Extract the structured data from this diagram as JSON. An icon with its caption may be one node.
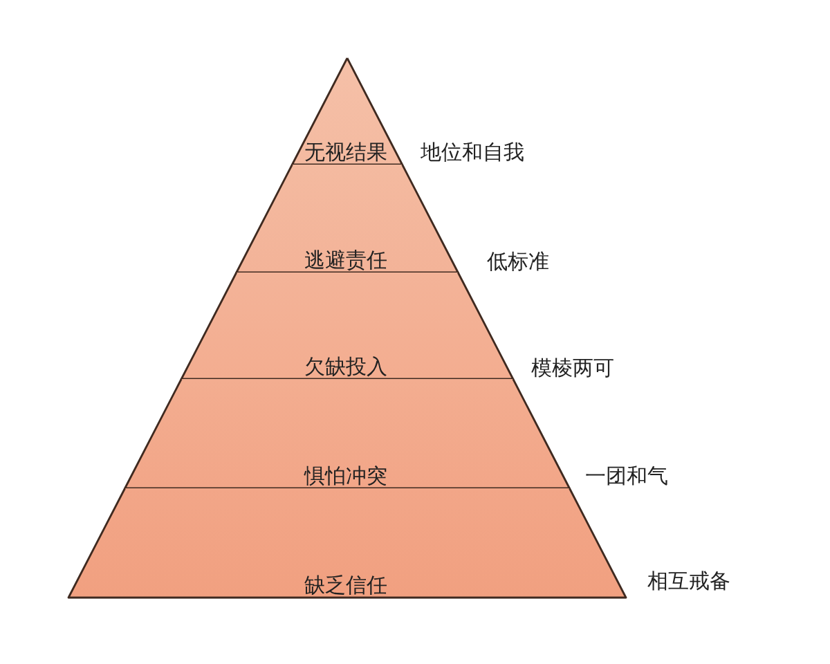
{
  "diagram": {
    "nodes": [
      {
        "text": [
          "无视结果"
        ]
      },
      {
        "text": [
          "逃避责任"
        ]
      },
      {
        "text": [
          "欠缺投入"
        ]
      },
      {
        "text": [
          "惧怕冲突"
        ]
      },
      {
        "text": [
          "缺乏信任"
        ]
      }
    ],
    "labels": [
      "地位和自我",
      "低标准",
      "模棱两可",
      "一团和气",
      "相互戒备"
    ]
  }
}
